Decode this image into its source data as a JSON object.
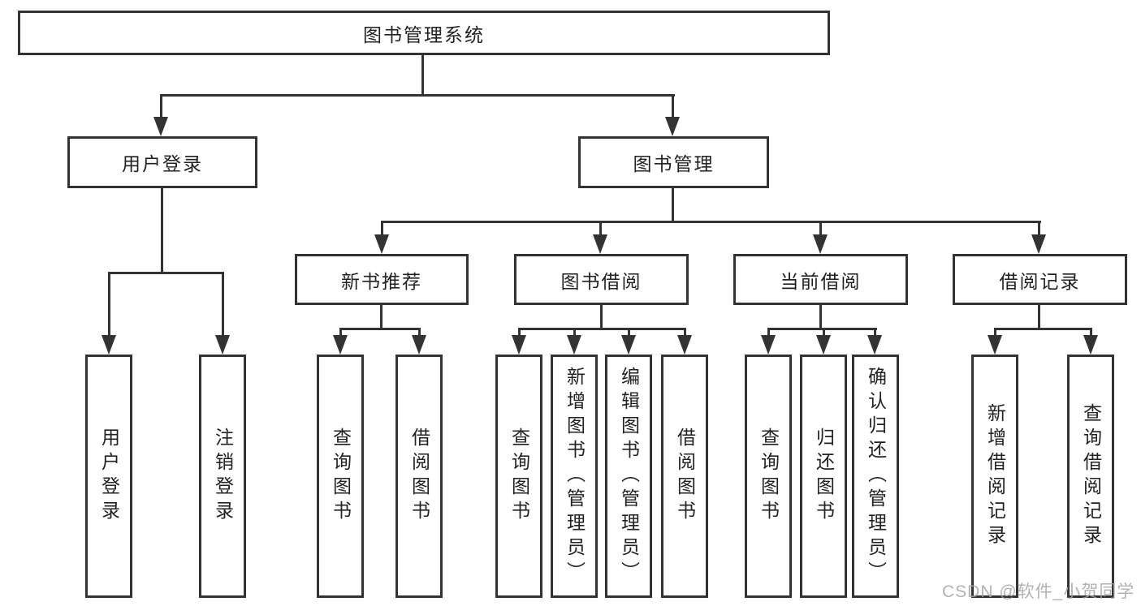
{
  "title": "图书管理系统",
  "level2": [
    {
      "label": "用户登录"
    },
    {
      "label": "图书管理"
    }
  ],
  "level3": [
    {
      "label": "新书推荐"
    },
    {
      "label": "图书借阅"
    },
    {
      "label": "当前借阅"
    },
    {
      "label": "借阅记录"
    }
  ],
  "leaves": {
    "user": [
      "用户登录",
      "注销登录"
    ],
    "recommend": [
      "查询图书",
      "借阅图书"
    ],
    "borrow": [
      "查询图书",
      "新增图书（管理员）",
      "编辑图书（管理员）",
      "借阅图书"
    ],
    "current": [
      "查询图书",
      "归还图书",
      "确认归还（管理员）"
    ],
    "records": [
      "新增借阅记录",
      "查询借阅记录"
    ]
  },
  "watermark": "CSDN @软件_小贺同学",
  "colors": {
    "line": "#333333",
    "box_border": "#333333",
    "text": "#222222",
    "background": "#ffffff",
    "watermark": "#a5a5a5"
  }
}
